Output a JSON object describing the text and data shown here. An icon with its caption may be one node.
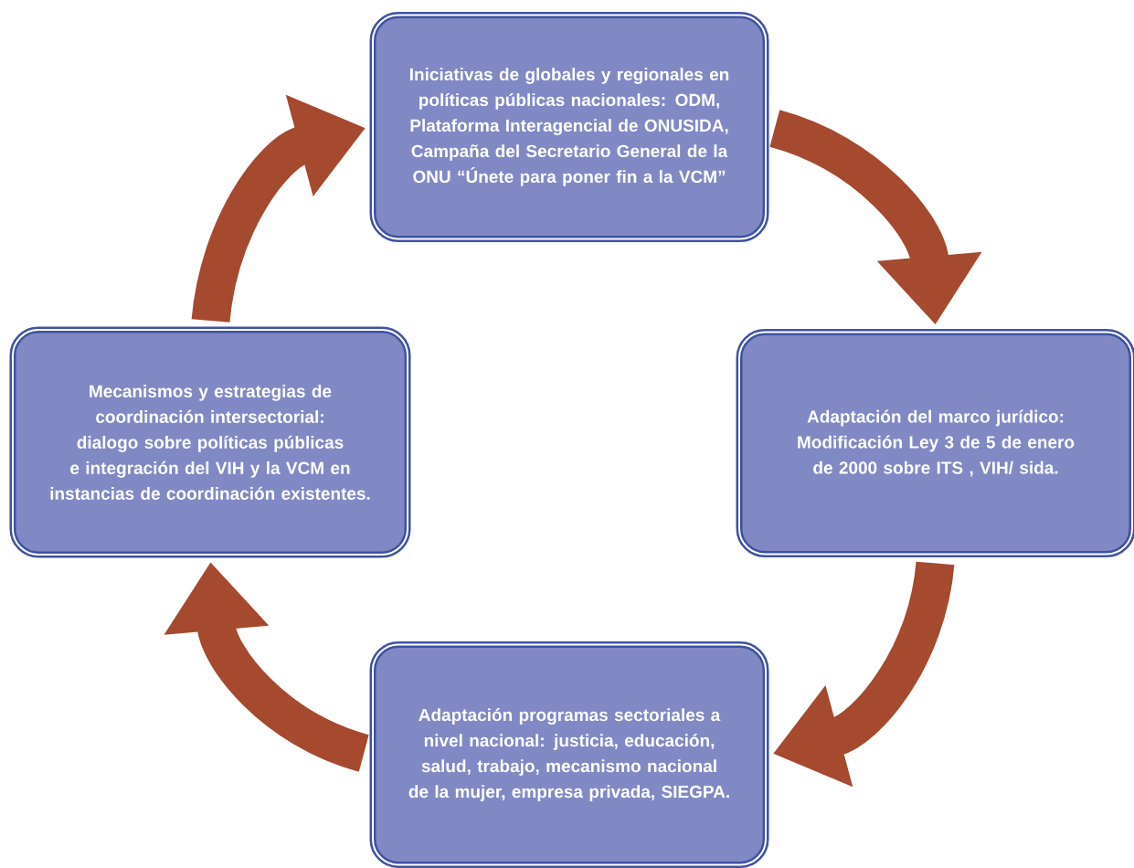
{
  "diagram": {
    "nodes": [
      {
        "text": [
          "Iniciativas de globales y regionales en políticas públicas nacionales: ODM, Plataforma Interagencial de ONUSIDA, Campaña del Secretario General de la ONU “Únete para poner fin a la VCM”"
        ]
      },
      {
        "text": [
          "Adaptación del marco jurídico: Modificación Ley 3 de 5 de enero de 2000 sobre ITS , VIH/ sida."
        ]
      },
      {
        "text": [
          "Adaptación programas sectoriales a nivel nacional: justicia, educación, salud, trabajo, mecanismo nacional de la mujer, empresa privada, SIEGPA."
        ]
      },
      {
        "text": [
          "Mecanismos y estrategias de coordinación intersectorial: dialogo sobre políticas públicas e integración del VIH y la VCM en instancias de coordinación existentes."
        ]
      }
    ],
    "edges": [
      {
        "from": 0,
        "to": 1,
        "arrow": "to"
      },
      {
        "from": 1,
        "to": 2,
        "arrow": "to"
      },
      {
        "from": 2,
        "to": 3,
        "arrow": "to"
      },
      {
        "from": 3,
        "to": 0,
        "arrow": "to"
      }
    ]
  }
}
